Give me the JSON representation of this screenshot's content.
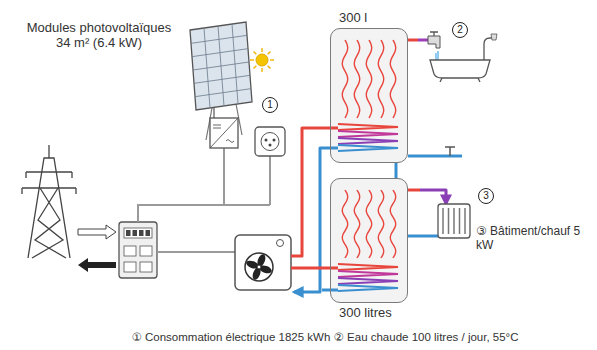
{
  "diagram": {
    "caption": "① Consommation électrique 1825 kWh ② Eau chaude 100 litres / jour, 55°C",
    "nodes": [
      {
        "text": [
          "300 l"
        ]
      },
      {
        "text": [
          "2"
        ]
      },
      {
        "text": [
          "1"
        ]
      },
      {
        "text": [
          "3"
        ]
      },
      {
        "text": [
          "300 litres"
        ]
      }
    ],
    "edges": [
      {
        "from": 0,
        "to": 4,
        "arrow": "none"
      }
    ],
    "labels": [
      "Modules photovoltaïques 34 m² (6.4 kW)",
      "③ Bâtiment/chauf 5 kW"
    ]
  }
}
